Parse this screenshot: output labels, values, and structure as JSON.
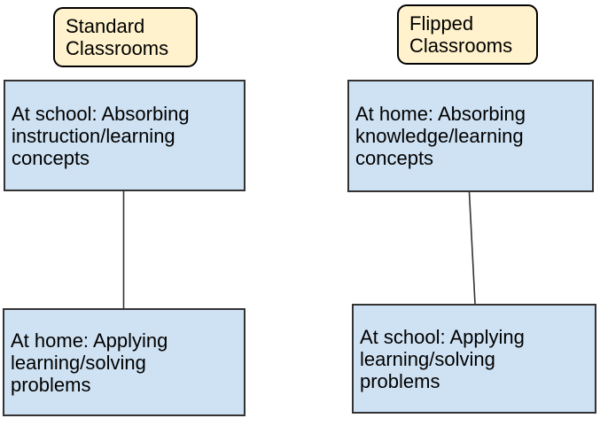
{
  "diagram": {
    "columns": [
      {
        "id": "standard-classrooms",
        "header": "Standard\nClassrooms",
        "top_box": "At school: Absorbing\ninstruction/learning\nconcepts",
        "bottom_box": "At home: Applying\nlearning/solving\nproblems"
      },
      {
        "id": "flipped-classrooms",
        "header": "Flipped\nClassrooms",
        "top_box": "At home: Absorbing\nknowledge/learning\nconcepts",
        "bottom_box": "At school: Applying\nlearning/solving\nproblems"
      }
    ],
    "colors": {
      "header_fill": "#fff2cc",
      "header_border": "#000000",
      "process_fill": "#cfe2f3",
      "process_border": "#333333",
      "connector": "#333333",
      "text": "#000000",
      "background": "#ffffff"
    }
  }
}
